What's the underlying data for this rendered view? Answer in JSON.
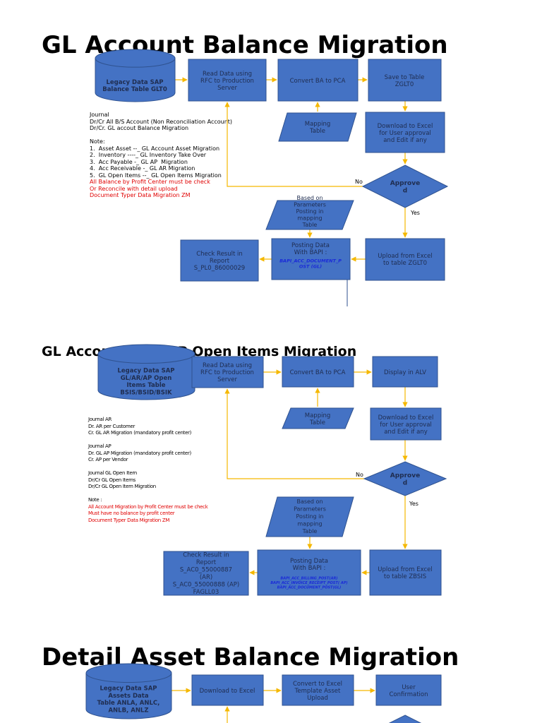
{
  "diagram1": {
    "title": "GL Account Balance Migration",
    "legacy": "Legacy Data SAP\nBalance Table GLT0",
    "read": "Read Data using\nRFC  to Production\nServer",
    "convert": "Convert BA to PCA",
    "save": "Save to Table\nZGLT0",
    "mapping": "Mapping\nTable",
    "download": "Download to Excel\nfor User approval\nand Edit if any",
    "approve": "Approve\nd",
    "no": "No",
    "yes": "Yes",
    "params": "Based on\nParameters\nPosting in\nmapping\nTable",
    "check": "Check Result in\nReport\nS_PL0_86000029",
    "posting": "Posting Data\nWith BAPI :",
    "posting_bapi": "BAPI_ACC_DOCUMENT_P\nOST (GL)",
    "upload": "Upload from Excel\nto table ZGLT0",
    "notes": {
      "journal": "Journal\nDr/Cr All B/S Account (Non Reconciliation Account)\nDr/Cr. GL accout Balance Migration\n\nNote:\n1.  Asset Asset --_ GL Account Asset Migration\n2.  Inventory ----_ GL Inventory Take Over\n3.  Acc Payable -_ GL AP  Migration\n4.  Acc Receivable -_ GL AR Migration\n5.  GL Open Items --_ GL Open Items Migration\n",
      "red": "All Balance by Profit Center must be check\nOr Reconcile with detail upload\nDocument Typer Data Migration ZM"
    }
  },
  "diagram2": {
    "title": "GL Account, AR, AP Open Items Migration",
    "legacy": "Legacy Data SAP\nGL/AR/AP Open\nItems Table\nBSIS/BSID/BSIK",
    "read": "Read Data using\nRFC  to Production\nServer",
    "convert": "Convert BA to PCA",
    "display": "Display in ALV",
    "mapping": "Mapping\nTable",
    "download": "Download to Excel\nfor User approval\nand Edit if any",
    "approve": "Approve\nd",
    "no": "No",
    "yes": "Yes",
    "params": "Based on\nParameters\nPosting in\nmapping\nTable",
    "check": "Check Result in\nReport\nS_AC0_55000887\n(AR)\nS_AC0_55000888 (AP)\nFAGLL03",
    "posting": "Posting Data\nWith BAPI :",
    "posting_bapi": "BAPI_ACC_BILLING_POST(AR)\nBAPI_ACC_INVOICE_RECEIPT_POST( AP)\nBAPI_ACC_DOCUMENT_POST(GL)",
    "upload": "Upload from Excel\nto table ZBSIS",
    "notes": {
      "journal": "Journal AR\nDr. AR per Customer\nCr. GL AR Migration (mandatory profit center)\n\nJournal AP\nDr. GL AP Migration (mandatory profit center)\nCr. AP per Vendor\n\nJournal GL Open Item\nDr/Cr GL Open Items\nDr/Cr GL Open Item Migration\n\nNote :\n",
      "red": "All Account Migration by Profit Center must be check\nMust have no balance by profit center\nDocument Typer Data Migration ZM"
    }
  },
  "diagram3": {
    "title": "Detail Asset Balance Migration",
    "legacy": "Legacy Data SAP\nAssets Data\nTable ANLA, ANLC,\nANLB, ANLZ",
    "download": "Download to Excel",
    "convert": "Convert to Excel\nTemplate Asset\nUpload",
    "confirm": "User\nConfirmation"
  },
  "colors": {
    "box_fill": "#4472c4",
    "box_stroke": "#2f528f",
    "box_text": "#1f2d50",
    "connector": "#f5b800",
    "bapi_text": "#1a2ad8"
  }
}
